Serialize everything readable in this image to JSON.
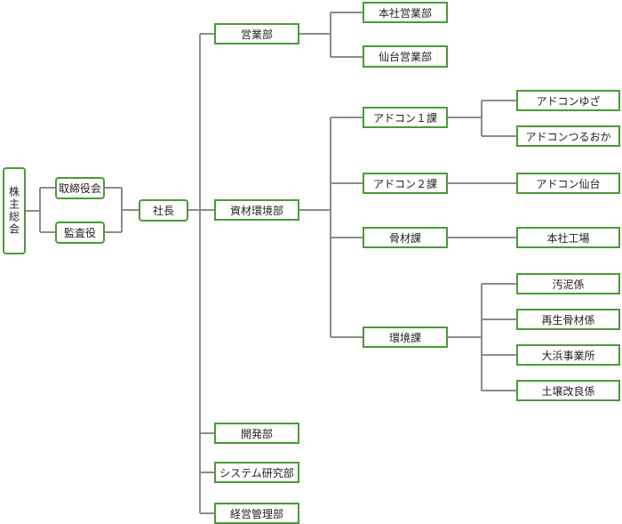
{
  "colors": {
    "box_border": "#4a9a3a",
    "connector": "#8c8c8c",
    "text": "#222222"
  },
  "nodes": {
    "shareholders_meeting": "株主総会",
    "board_of_directors": "取締役会",
    "auditor": "監査役",
    "president": "社長",
    "sales_dept": "営業部",
    "head_office_sales": "本社営業部",
    "sendai_sales": "仙台営業部",
    "materials_env_dept": "資材環境部",
    "adcon_section_1": "アドコン１課",
    "adcon_yuza": "アドコンゆざ",
    "adcon_tsuruoka": "アドコンつるおか",
    "adcon_section_2": "アドコン２課",
    "adcon_sendai": "アドコン仙台",
    "aggregate_section": "骨材課",
    "head_office_factory": "本社工場",
    "environment_section": "環境課",
    "sludge_unit": "汚泥係",
    "recycled_aggregate_unit": "再生骨材係",
    "ohama_office": "大浜事業所",
    "soil_improvement_unit": "土壌改良係",
    "development_dept": "開発部",
    "system_research_dept": "システム研究部",
    "management_dept": "経営管理部"
  }
}
